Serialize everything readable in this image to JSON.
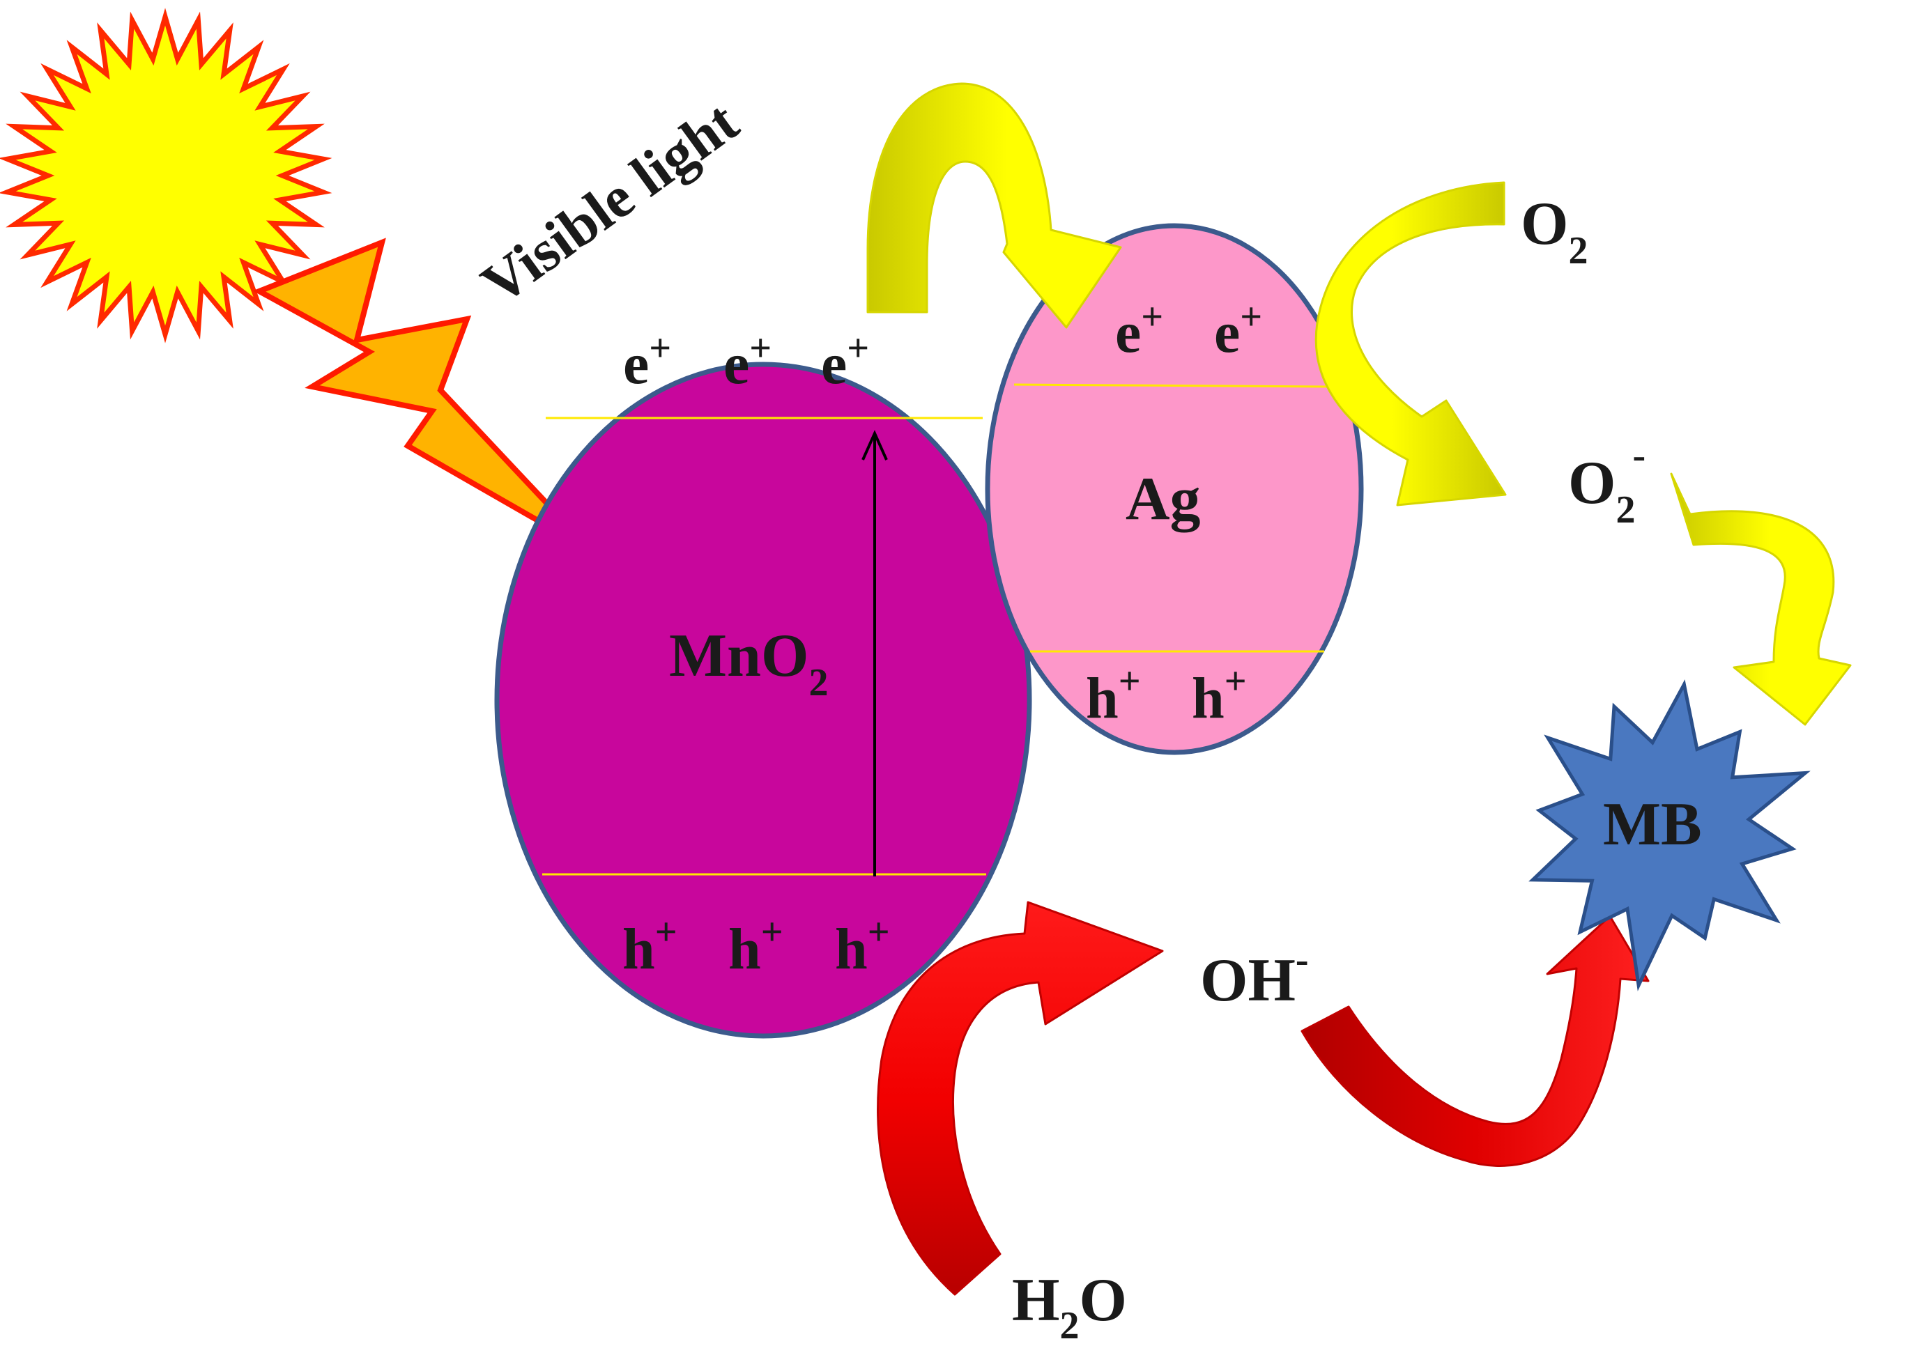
{
  "diagram": {
    "light_label": "Visible light",
    "mno2": {
      "label_main": "MnO",
      "label_sub": "2",
      "electrons": [
        {
          "base": "e",
          "charge": "+"
        },
        {
          "base": "e",
          "charge": "+"
        },
        {
          "base": "e",
          "charge": "+"
        }
      ],
      "holes": [
        {
          "base": "h",
          "charge": "+"
        },
        {
          "base": "h",
          "charge": "+"
        },
        {
          "base": "h",
          "charge": "+"
        }
      ]
    },
    "ag": {
      "label": "Ag",
      "electrons": [
        {
          "base": "e",
          "charge": "+"
        },
        {
          "base": "e",
          "charge": "+"
        }
      ],
      "holes": [
        {
          "base": "h",
          "charge": "+"
        },
        {
          "base": "h",
          "charge": "+"
        }
      ]
    },
    "species": {
      "o2_main": "O",
      "o2_sub": "2",
      "superoxide_main": "O",
      "superoxide_sub": "2",
      "superoxide_sup": "-",
      "hydroxyl_main": "OH",
      "hydroxyl_sup": "-",
      "water_h": "H",
      "water_sub": "2",
      "water_o": "O",
      "target": "MB"
    },
    "colors": {
      "mno2_fill": "#c8069c",
      "ag_fill": "#fd97c9",
      "outline": "#3c5a8c",
      "band_line": "#ffe900",
      "yellow_arrow": "#ffff00",
      "yellow_arrow_shade": "#c9c900",
      "red_arrow": "#f20000",
      "red_arrow_shade": "#b80000",
      "sun_fill": "#ffff00",
      "sun_outline": "#ff2a00",
      "bolt_fill": "#ffb300",
      "bolt_outline": "#ff1a00",
      "mb_fill": "#4a78c0"
    }
  }
}
